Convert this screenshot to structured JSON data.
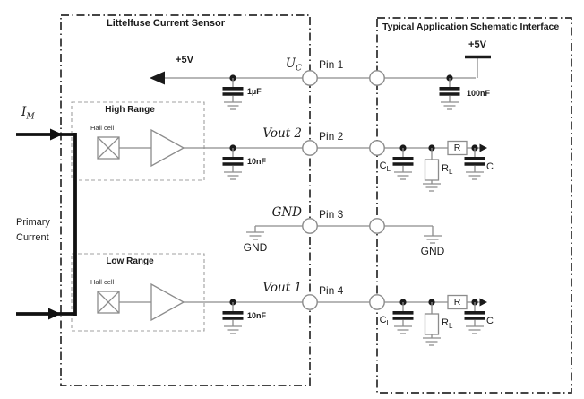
{
  "boxes": {
    "sensor": {
      "title": "Littelfuse Current Sensor"
    },
    "application": {
      "title": "Typical Application Schematic Interface"
    }
  },
  "primary_side": {
    "current_symbol": {
      "main": "I",
      "sub": "M"
    },
    "caption_line1": "Primary",
    "caption_line2": "Current"
  },
  "channels": {
    "high_range": {
      "title": "High Range",
      "hall_label": "Hall cell"
    },
    "low_range": {
      "title": "Low Range",
      "hall_label": "Hall cell"
    }
  },
  "rows": {
    "supply": {
      "rail_label": "+5V",
      "decoupling_cap": "1µF",
      "signal": {
        "main": "U",
        "sub": "C"
      },
      "pin_label": "Pin 1",
      "app_rail_label": "+5V",
      "app_cap": "100nF"
    },
    "vout2": {
      "filter_cap": "10nF",
      "signal": "Vout 2",
      "pin_label": "Pin 2"
    },
    "gnd": {
      "signal": "GND",
      "pin_label": "Pin 3",
      "sensor_gnd_label": "GND",
      "app_gnd_label": "GND"
    },
    "vout1": {
      "filter_cap": "10nF",
      "signal": "Vout 1",
      "pin_label": "Pin 4"
    }
  },
  "load_network": {
    "cl": {
      "main": "C",
      "sub": "L"
    },
    "rl": {
      "main": "R",
      "sub": "L"
    },
    "series_r": "R",
    "out_c": "C"
  },
  "colors": {
    "wire": "#8c8c8c",
    "component": "#1a1a1a",
    "border": "#2b2b2b",
    "dashed_box": "#a0a0a0"
  }
}
